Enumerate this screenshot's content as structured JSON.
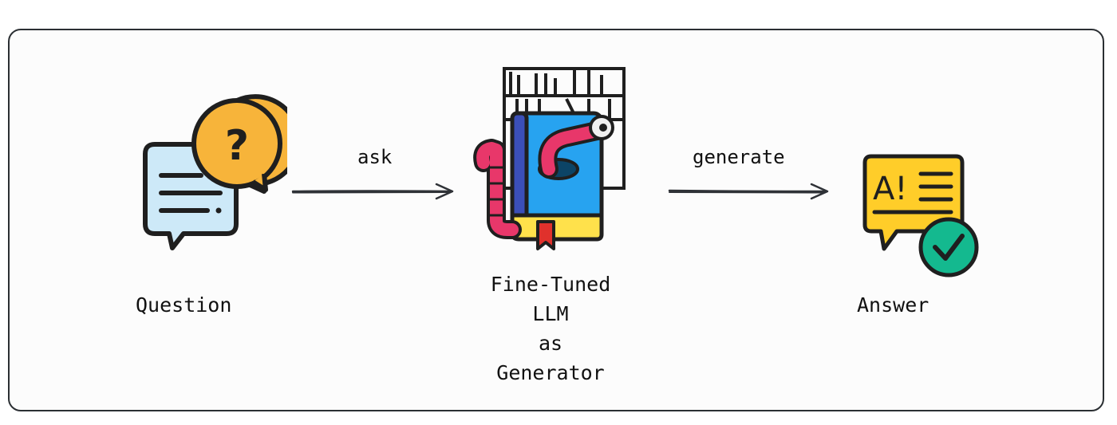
{
  "nodes": {
    "question": {
      "label": "Question",
      "icon": "question-chat-bubbles-icon"
    },
    "generator": {
      "label_lines": [
        "Fine-Tuned",
        "LLM",
        "as",
        "Generator"
      ],
      "icon": "book-with-bookworm-and-bookshelf-icon"
    },
    "answer": {
      "label": "Answer",
      "icon": "answer-bubble-with-checkmark-icon"
    }
  },
  "edges": [
    {
      "from": "question",
      "to": "generator",
      "label": "ask"
    },
    {
      "from": "generator",
      "to": "answer",
      "label": "generate"
    }
  ],
  "colors": {
    "outline": "#1f1f1f",
    "frame": "#2b2f33",
    "question_bubble": "#cde9f8",
    "question_mark_bubble": "#f7b43a",
    "book_cover": "#27a3f0",
    "book_spine": "#3b4fb8",
    "book_pages": "#ffe14b",
    "worm": "#e8376a",
    "answer_bubble": "#ffcd29",
    "check_circle": "#14b98f"
  }
}
